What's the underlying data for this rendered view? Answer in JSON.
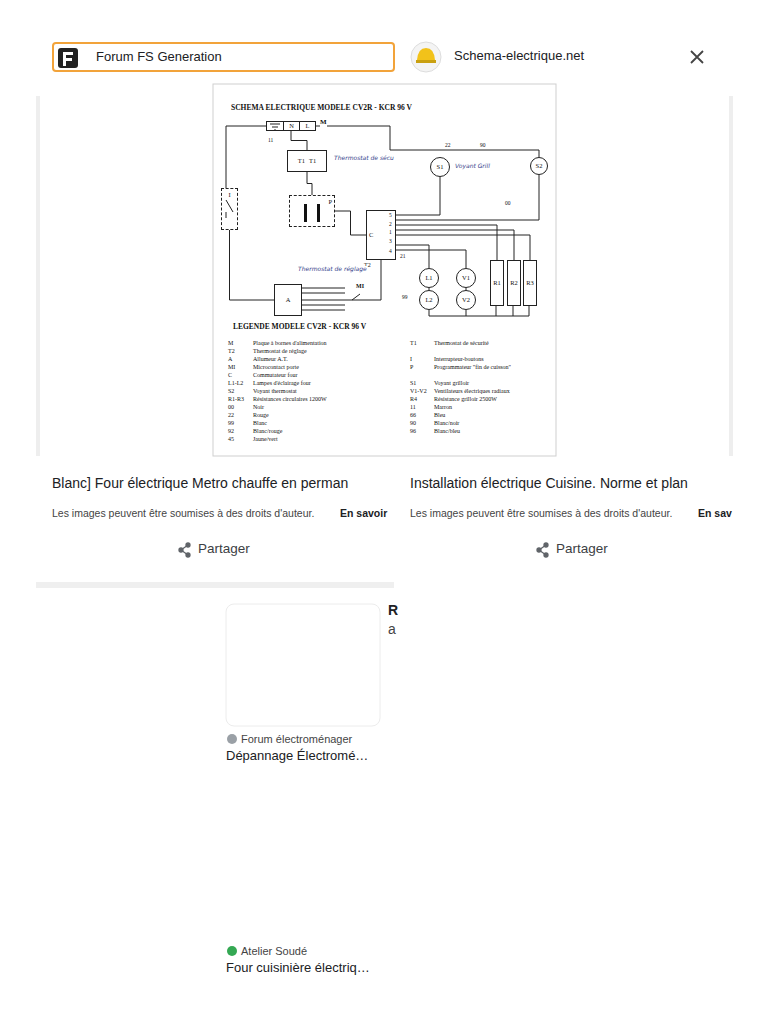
{
  "diagram": {
    "title": "SCHEMA ELECTRIQUE MODELE CV2R - KCR 96 V",
    "nodes": [
      {
        "text": [
          "Forum FS Generation"
        ]
      },
      {
        "text": [
          "N",
          "L"
        ]
      },
      {
        "text": [
          "T1",
          "T1"
        ]
      },
      {
        "text": [
          "P"
        ]
      },
      {
        "text": [
          "I"
        ]
      },
      {
        "text": [
          "C"
        ]
      },
      {
        "text": [
          "A"
        ]
      },
      {
        "text": [
          "S1"
        ]
      },
      {
        "text": [
          "S2"
        ]
      },
      {
        "text": [
          "L1"
        ]
      },
      {
        "text": [
          "L2"
        ]
      },
      {
        "text": [
          "V1"
        ]
      },
      {
        "text": [
          "V2"
        ]
      },
      {
        "text": [
          "R1"
        ]
      },
      {
        "text": [
          "R2"
        ]
      },
      {
        "text": [
          "R3"
        ]
      }
    ],
    "edges": [
      {
        "from": 1,
        "to": 2,
        "arrow": "none"
      },
      {
        "from": 2,
        "to": 3,
        "arrow": "none"
      },
      {
        "from": 3,
        "to": 5,
        "arrow": "none"
      },
      {
        "from": 4,
        "to": 6,
        "arrow": "none"
      },
      {
        "from": 6,
        "to": 5,
        "arrow": "none"
      },
      {
        "from": 5,
        "to": 7,
        "arrow": "none"
      },
      {
        "from": 5,
        "to": 8,
        "arrow": "none"
      },
      {
        "from": 5,
        "to": 9,
        "arrow": "none"
      },
      {
        "from": 9,
        "to": 10,
        "arrow": "none"
      },
      {
        "from": 5,
        "to": 11,
        "arrow": "none"
      },
      {
        "from": 11,
        "to": 12,
        "arrow": "none"
      },
      {
        "from": 5,
        "to": 13,
        "arrow": "none"
      },
      {
        "from": 5,
        "to": 14,
        "arrow": "none"
      },
      {
        "from": 5,
        "to": 15,
        "arrow": "none"
      }
    ],
    "labels": [
      "Schema-electrique.net",
      "Blanc] Four électrique Metro chauffe en perman",
      "Les images peuvent être soumises à des droits d'auteur.",
      "En savoir",
      "Partager",
      "Installation électrique Cuisine. Norme et plan",
      "Les images peuvent être soumises à des droits d'auteur.",
      "En sav",
      "Partager",
      "R",
      "a",
      "Forum électroménager",
      "Dépannage Électromé…",
      "Atelier Soudé",
      "Four cuisinière électriq…",
      "M",
      "LEGENDE MODELE CV2R - KCR 96 V",
      "M",
      "Plaque à bornes d'alimentation",
      "T2",
      "Thermostat de réglage",
      "A",
      "Allumeur A.T.",
      "MI",
      "Microcontact porte",
      "C",
      "Commutateur four",
      "L1-L2",
      "Lampes d'éclairage four",
      "S2",
      "Voyant thermostat",
      "R1-R3",
      "Résistances circulaires 1200W",
      "00",
      "Noir",
      "22",
      "Rouge",
      "99",
      "Blanc",
      "92",
      "Blanc/rouge",
      "45",
      "Jaune/vert",
      "T1",
      "Thermostat de sécurité",
      "I",
      "Interrupteur-boutons",
      "P",
      "Programmateur \"fin de cuisson\"",
      "S1",
      "Voyant grilloir",
      "V1-V2",
      "Ventilateurs électriques radiaux",
      "R4",
      "Résistance grilloir 2500W",
      "11",
      "Marron",
      "66",
      "Bleu",
      "90",
      "Blanc/noir",
      "96",
      "Blanc/bleu",
      "5",
      "2",
      "1",
      "3",
      "4",
      "T2",
      "MI",
      "11",
      "22",
      "90",
      "00",
      "21",
      "99",
      "Thermostat de sécu",
      "Voyant Grill",
      "Thermostat de réglage"
    ]
  }
}
